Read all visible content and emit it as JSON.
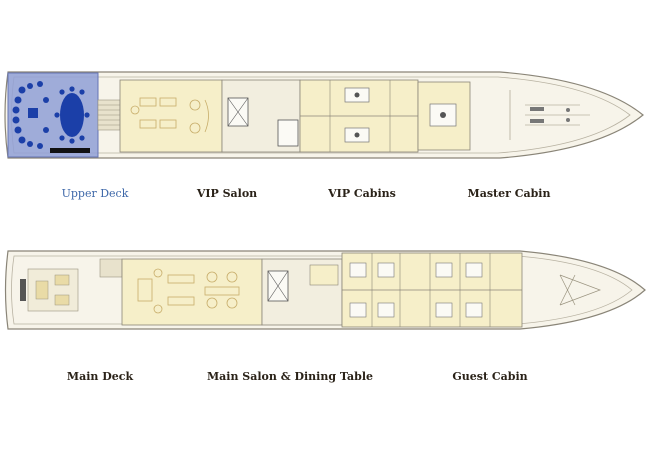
{
  "upper_deck": {
    "labels": {
      "upper": "Upper Deck",
      "vip_salon": "VIP Salon",
      "vip_cabins": "VIP Cabins",
      "master_cabin": "Master Cabin"
    }
  },
  "main_deck": {
    "labels": {
      "main": "Main Deck",
      "main_salon": "Main Salon & Dining Table",
      "guest_cabin": "Guest Cabin"
    }
  },
  "colors": {
    "hull_outline": "#8a8578",
    "deck_fill": "#f1ecd9",
    "interior_fill": "#f6efc9",
    "highlight": "#8f9fd6",
    "highlight_blue": "#1b3fa8",
    "label_active": "#3d67a8",
    "label_default": "#2a2218"
  }
}
